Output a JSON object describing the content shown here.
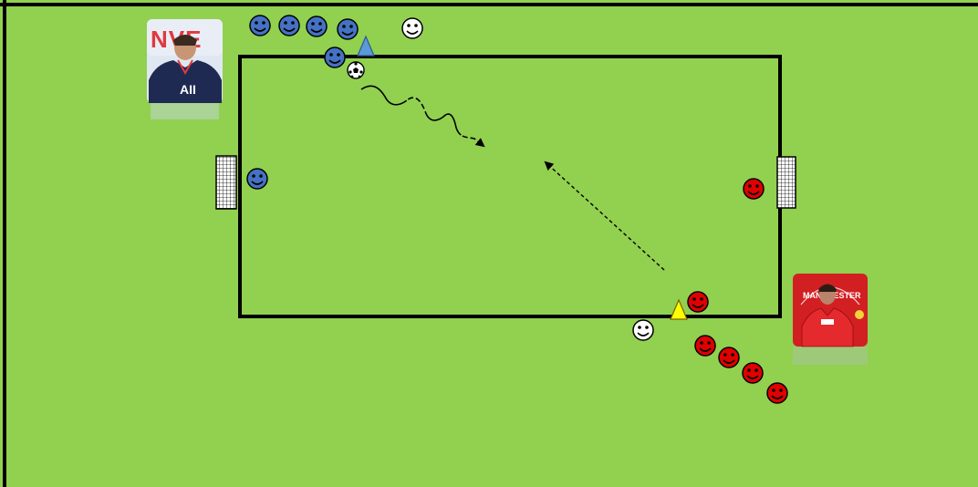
{
  "diagram": {
    "colors": {
      "field": "#92d050",
      "frame": "#000000",
      "team_blue": "#4472c4",
      "team_red": "#e00000",
      "neutral": "#ffffff",
      "cone_blue": "#5b9bd5",
      "cone_yellow": "#ffff00"
    },
    "icons": {
      "player_blue": "smiley-icon",
      "player_red": "smiley-icon",
      "player_neutral": "smiley-icon",
      "cone": "triangle-cone-icon",
      "goal": "mini-goal-icon",
      "ball": "soccer-ball-icon",
      "dribble": "wavy-arrow-icon",
      "pass": "dashed-arrow-icon"
    },
    "players": {
      "blue_count": 6,
      "red_count": 6,
      "neutral_count": 2
    },
    "badges": {
      "left": {
        "jersey_text": "AII",
        "brand_text": "NVE",
        "team": "blue"
      },
      "right": {
        "crest_text": "MANCHESTER",
        "team": "red"
      }
    }
  }
}
